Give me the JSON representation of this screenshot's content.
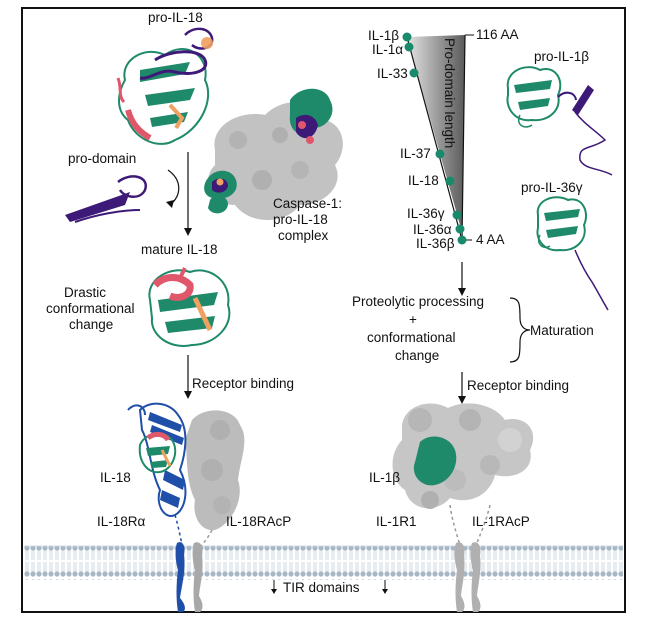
{
  "left": {
    "pro_il18": "pro-IL-18",
    "pro_domain": "pro-domain",
    "caspase_line1": "Caspase-1:",
    "caspase_line2": "pro-IL-18",
    "caspase_line3": "complex",
    "mature_il18": "mature IL-18",
    "drastic_line1": "Drastic",
    "drastic_line2": "conformational",
    "drastic_line3": "change",
    "receptor_binding": "Receptor binding",
    "il18": "IL-18",
    "il18ra": "IL-18Rα",
    "il18racp": "IL-18RAcP"
  },
  "right": {
    "prodomain_axis_label": "Pro-domain length",
    "top_value": "116 AA",
    "bottom_value": "4 AA",
    "cytokines": [
      "IL-1β",
      "IL-1α",
      "IL-33",
      "IL-37",
      "IL-18",
      "IL-36γ",
      "IL-36α",
      "IL-36β"
    ],
    "pro_il1b": "pro-IL-1β",
    "pro_il36g": "pro-IL-36γ",
    "proc_line1": "Proteolytic processing",
    "proc_line2": "+",
    "proc_line3": "conformational",
    "proc_line4": "change",
    "maturation": "Maturation",
    "receptor_binding": "Receptor binding",
    "il1b": "IL-1β",
    "il1r1": "IL-1R1",
    "il1racp": "IL-1RAcP"
  },
  "bottom": {
    "tir_domains": "TIR domains"
  },
  "colors": {
    "green": "#1f8a6a",
    "purple": "#3d1a78",
    "salmon": "#e0566a",
    "orange": "#f0a060",
    "blue": "#1f4fa8",
    "gray": "#b8b8b8",
    "dot": "#1a8a6c"
  }
}
